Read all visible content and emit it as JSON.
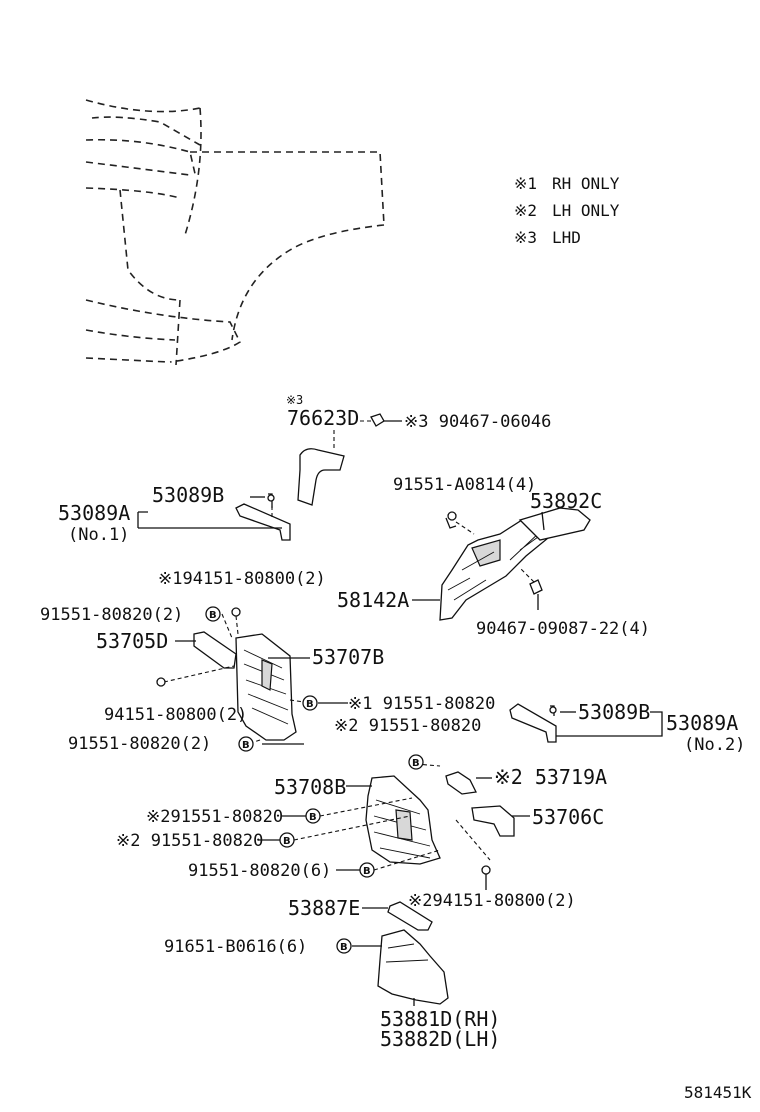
{
  "legend": [
    {
      "mark": "※1",
      "text": "RH ONLY"
    },
    {
      "mark": "※2",
      "text": "LH ONLY"
    },
    {
      "mark": "※3",
      "text": "LHD"
    }
  ],
  "parts": {
    "p76623D_mark": "※3",
    "p76623D": "76623D",
    "p90467_06046": "※3 90467-06046",
    "p53089B_a": "53089B",
    "p53089A_a": "53089A",
    "p53089A_a_sub": "(No.1)",
    "p91551_A0814": "91551-A0814(4)",
    "p53892C": "53892C",
    "p58142A": "58142A",
    "p90467_09087": "90467-09087-22(4)",
    "p94151_80800_top": "※194151-80800(2)",
    "p91551_80820_2a": "91551-80820(2)",
    "p53705D": "53705D",
    "p53707B": "53707B",
    "p94151_80800_2": "94151-80800(2)",
    "p91551_80820_r1": "※1 91551-80820",
    "p91551_80820_r2": "※2 91551-80820",
    "p91551_80820_2b": "91551-80820(2)",
    "p53089B_b": "53089B",
    "p53089A_b": "53089A",
    "p53089A_b_sub": "(No.2)",
    "p53708B": "53708B",
    "p53719A": "※2 53719A",
    "p91551_80820_l1": "※291551-80820",
    "p91551_80820_l2": "※2 91551-80820",
    "p53706C": "53706C",
    "p91551_80820_6": "91551-80820(6)",
    "p53887E": "53887E",
    "p94151_80800_bot": "※294151-80800(2)",
    "p91651_B0616": "91651-B0616(6)",
    "p53881D": "53881D(RH)",
    "p53882D": "53882D(LH)"
  },
  "bolt_letter": "B",
  "diagram_code": "581451K"
}
